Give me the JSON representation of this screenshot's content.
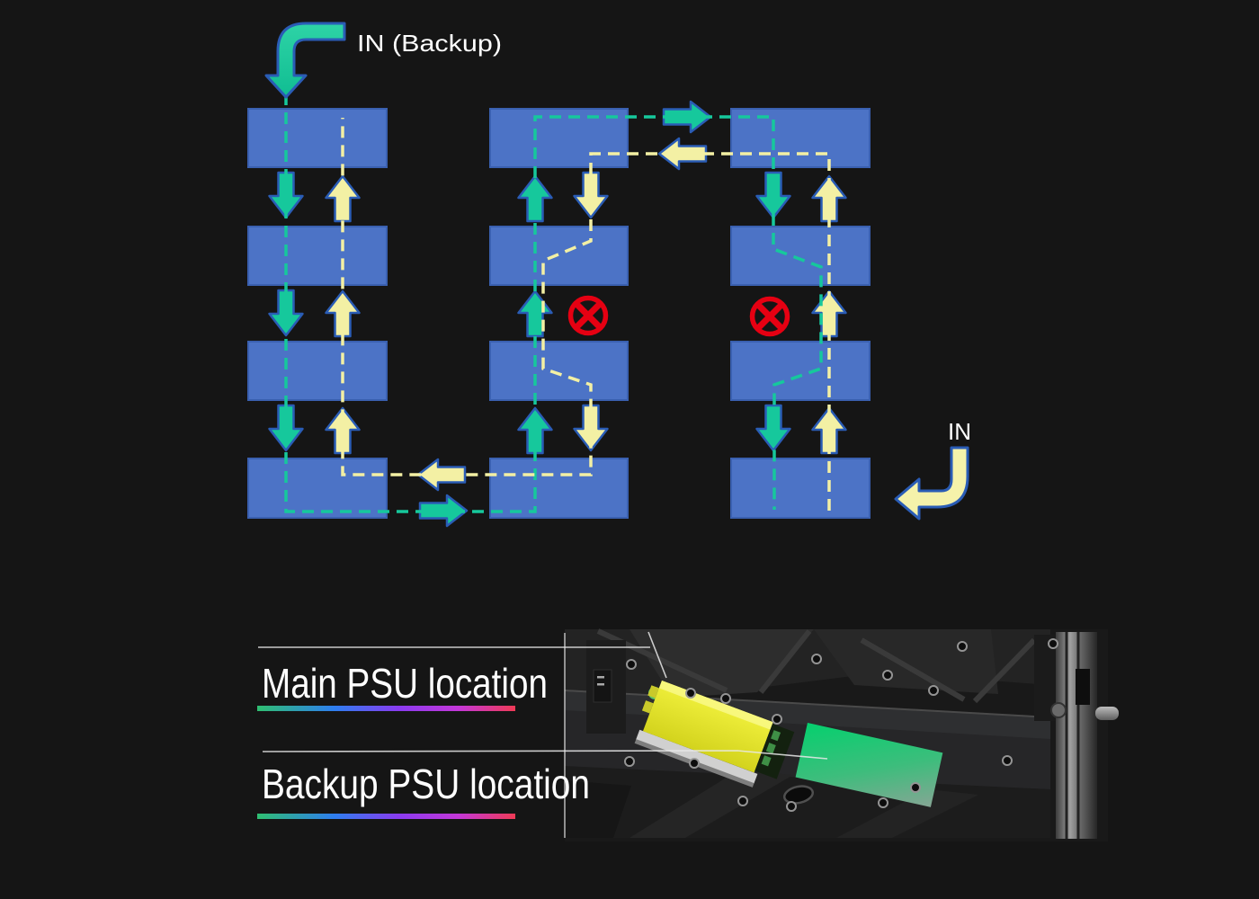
{
  "diagram": {
    "backup_input_label": "IN (Backup)",
    "main_input_label": "IN",
    "panel_columns": 3,
    "panel_rows": 4,
    "failure_marks_count": 2
  },
  "psu_section": {
    "main_psu_label": "Main PSU location",
    "backup_psu_label": "Backup PSU location"
  },
  "colors": {
    "background": "#151515",
    "panel_blue": "#4c73c6",
    "panel_border": "#3a60b0",
    "backup_green": "#16c89c",
    "main_yellow": "#f3f0a4",
    "arrow_outline": "#2a5cb5",
    "error_red": "#e60012",
    "text_white": "#ffffff",
    "psu_main_highlight": "#e9e932",
    "psu_backup_highlight": "#0bcd6d",
    "underline_gradient_start": "#2fbf71",
    "underline_gradient_blue": "#2e7ef0",
    "underline_gradient_purple": "#8a3bf0",
    "underline_gradient_end": "#ef3a56"
  }
}
